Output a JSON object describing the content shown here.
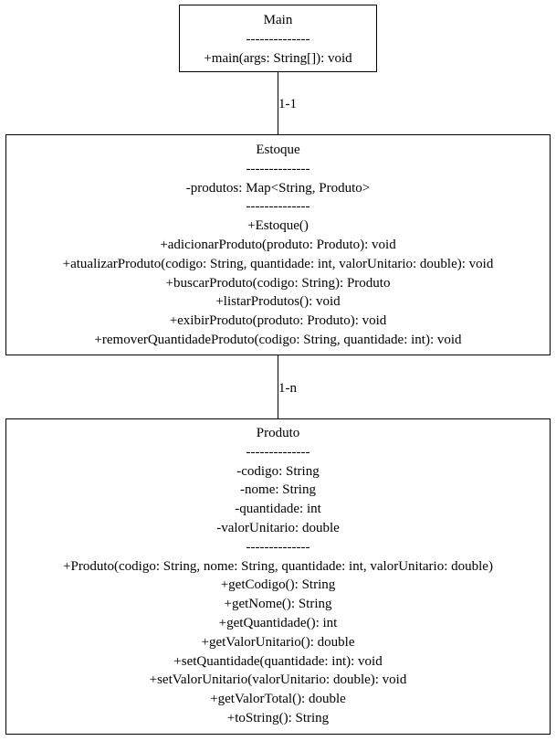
{
  "classes": {
    "main": {
      "name": "Main",
      "separator": "--------------",
      "methods": [
        "+main(args: String[]): void"
      ]
    },
    "estoque": {
      "name": "Estoque",
      "separator": "--------------",
      "attributes": [
        "-produtos: Map<String, Produto>"
      ],
      "methods": [
        "+Estoque()",
        "+adicionarProduto(produto: Produto): void",
        "+atualizarProduto(codigo: String, quantidade: int, valorUnitario: double): void",
        "+buscarProduto(codigo: String): Produto",
        "+listarProdutos(): void",
        "+exibirProduto(produto: Produto): void",
        "+removerQuantidadeProduto(codigo: String, quantidade: int): void"
      ]
    },
    "produto": {
      "name": "Produto",
      "separator": "--------------",
      "attributes": [
        "-codigo: String",
        "-nome: String",
        "-quantidade: int",
        "-valorUnitario: double"
      ],
      "methods": [
        "+Produto(codigo: String, nome: String, quantidade: int, valorUnitario: double)",
        "+getCodigo(): String",
        "+getNome(): String",
        "+getQuantidade(): int",
        "+getValorUnitario(): double",
        "+setQuantidade(quantidade: int): void",
        "+setValorUnitario(valorUnitario: double): void",
        "+getValorTotal(): double",
        "+toString(): String"
      ]
    }
  },
  "relations": [
    {
      "from": "Main",
      "to": "Estoque",
      "multiplicity": "1-1"
    },
    {
      "from": "Estoque",
      "to": "Produto",
      "multiplicity": "1-n"
    }
  ]
}
